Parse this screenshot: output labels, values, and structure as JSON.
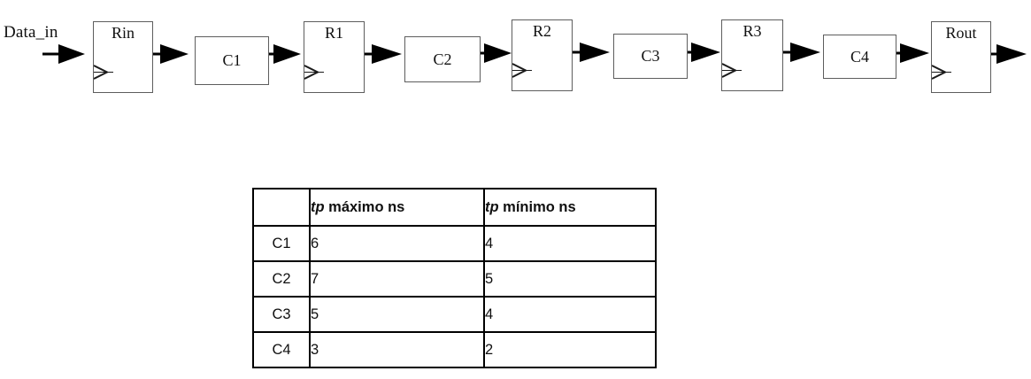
{
  "diagram": {
    "title": "synchronous-pipeline-datapath",
    "input_label": "Data_in",
    "registers": [
      {
        "id": "Rin",
        "label": "Rin"
      },
      {
        "id": "R1",
        "label": "R1"
      },
      {
        "id": "R2",
        "label": "R2"
      },
      {
        "id": "R3",
        "label": "R3"
      },
      {
        "id": "Rout",
        "label": "Rout"
      }
    ],
    "combinational_blocks": [
      {
        "id": "C1",
        "label": "C1"
      },
      {
        "id": "C2",
        "label": "C2"
      },
      {
        "id": "C3",
        "label": "C3"
      },
      {
        "id": "C4",
        "label": "C4"
      }
    ],
    "stage_order": [
      "Data_in",
      "Rin",
      "C1",
      "R1",
      "C2",
      "R2",
      "C3",
      "R3",
      "C4",
      "Rout"
    ],
    "colors": {
      "box_border": "#5d5d5d",
      "arrow": "#000000",
      "text": "#101010",
      "background": "#ffffff"
    }
  },
  "table": {
    "name": "propagation-delay-table",
    "columns": [
      "",
      "tp máximo ns",
      "tp mínimo ns"
    ],
    "header": {
      "blank": "",
      "max_symbol": "tp",
      "max_text": " máximo ns",
      "min_symbol": "tp",
      "min_text": " mínimo ns"
    },
    "rows": [
      {
        "name": "C1",
        "tp_max": "6",
        "tp_min": "4"
      },
      {
        "name": "C2",
        "tp_max": "7",
        "tp_min": "5"
      },
      {
        "name": "C3",
        "tp_max": "5",
        "tp_min": "4"
      },
      {
        "name": "C4",
        "tp_max": "3",
        "tp_min": "2"
      }
    ]
  },
  "chart_data": {
    "type": "table",
    "title": "Propagation delays of combinational blocks",
    "categories": [
      "C1",
      "C2",
      "C3",
      "C4"
    ],
    "series": [
      {
        "name": "tp máximo ns",
        "values": [
          6,
          7,
          5,
          3
        ]
      },
      {
        "name": "tp mínimo ns",
        "values": [
          4,
          5,
          4,
          2
        ]
      }
    ],
    "xlabel": "",
    "ylabel": "ns",
    "units": "ns"
  }
}
